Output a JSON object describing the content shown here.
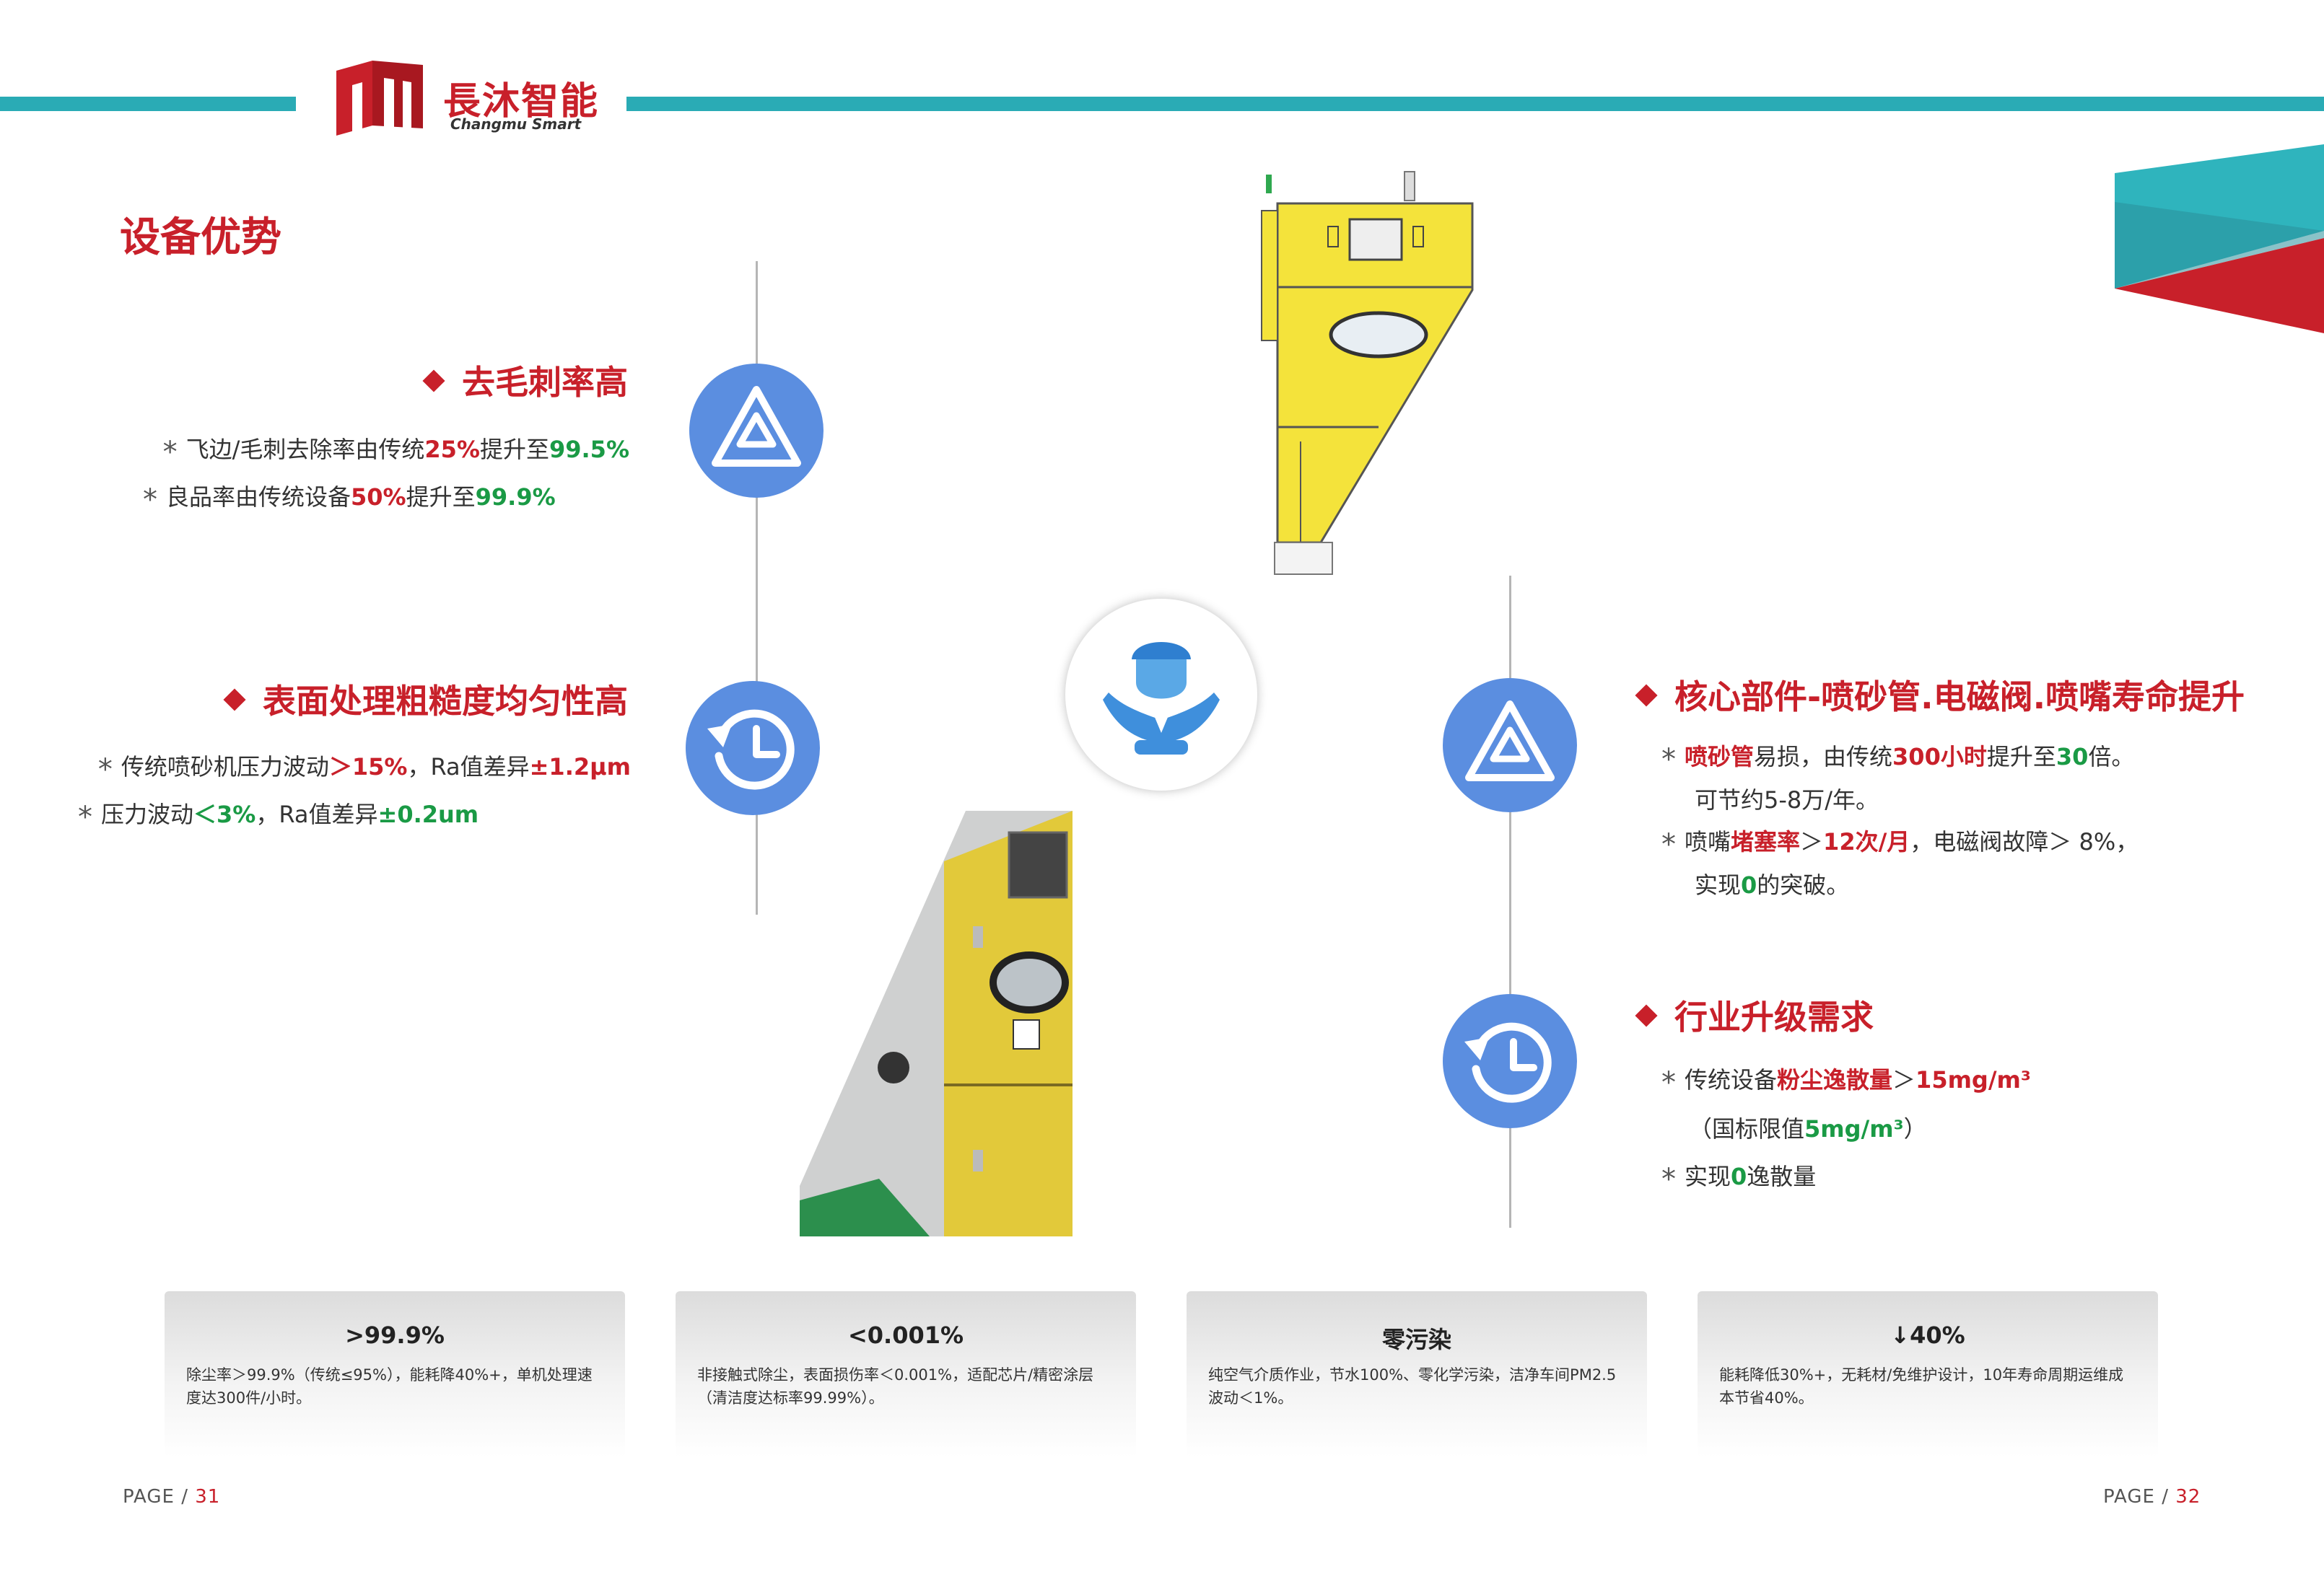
{
  "brand": {
    "name_cn": "長沐智能",
    "name_en": "Changmu Smart"
  },
  "page_title": "设备优势",
  "left_sections": [
    {
      "title": "去毛刺率高",
      "lines": [
        {
          "p1": "飞边/毛刺去除率由传统",
          "v1": "25%",
          "p2": "提升至",
          "v2": "99.5%"
        },
        {
          "p1": "良品率由传统设备",
          "v1": "50%",
          "p2": "提升至",
          "v2": "99.9%"
        }
      ]
    },
    {
      "title": "表面处理粗糙度均匀性高",
      "lines": [
        {
          "p1": "传统喷砂机压力波动",
          "v1": "＞15%",
          "p2": "，Ra值差异",
          "v2": "±1.2μm"
        },
        {
          "p1": "压力波动",
          "v1": "＜3%",
          "p2": "，Ra值差异",
          "v2": "±0.2um"
        }
      ]
    }
  ],
  "right_sections": [
    {
      "title": "核心部件-喷砂管.电磁阀.喷嘴寿命提升",
      "l1": {
        "a": "喷砂管",
        "b": "易损，由传统",
        "c": "300小时",
        "d": "提升至",
        "e": "30",
        "f": "倍。"
      },
      "l2": "可节约5-8万/年。",
      "l3": {
        "a": "喷嘴",
        "b": "堵塞率",
        "c": "＞",
        "d": "12次/月",
        "e": "，电磁阀故障＞ 8%，"
      },
      "l4": {
        "a": "实现",
        "b": "0",
        "c": "的突破。"
      }
    },
    {
      "title": "行业升级需求",
      "l1": {
        "a": "传统设备",
        "b": "粉尘逸散量",
        "c": "＞",
        "d": "15mg/m³"
      },
      "l2": {
        "a": "（国标限值",
        "b": "5mg/m³",
        "c": "）"
      },
      "l3": {
        "a": "实现",
        "b": "0",
        "c": "逸散量"
      }
    }
  ],
  "cards": [
    {
      "title": ">99.9%",
      "body": "除尘率＞99.9%（传统≤95%），能耗降40%+，单机处理速度达300件/小时。"
    },
    {
      "title": "<0.001%",
      "body": "非接触式除尘，表面损伤率＜0.001%，适配芯片/精密涂层（清洁度达标率99.99%）。"
    },
    {
      "title": "零污染",
      "body": "纯空气介质作业，节水100%、零化学污染，洁净车间PM2.5波动＜1%。"
    },
    {
      "title": "↓40%",
      "body": "能耗降低30%+，无耗材/免维护设计，10年寿命周期运维成本节省40%。"
    }
  ],
  "pages": {
    "label": "PAGE",
    "sep": "/",
    "left": "31",
    "right": "32"
  },
  "icons": [
    "triangle-icon",
    "history-clock-icon",
    "engineer-icon"
  ],
  "colors": {
    "accent_red": "#c8202a",
    "accent_green": "#1a9a45",
    "teal": "#2aabb5",
    "circle_blue": "#5b8ee0"
  }
}
